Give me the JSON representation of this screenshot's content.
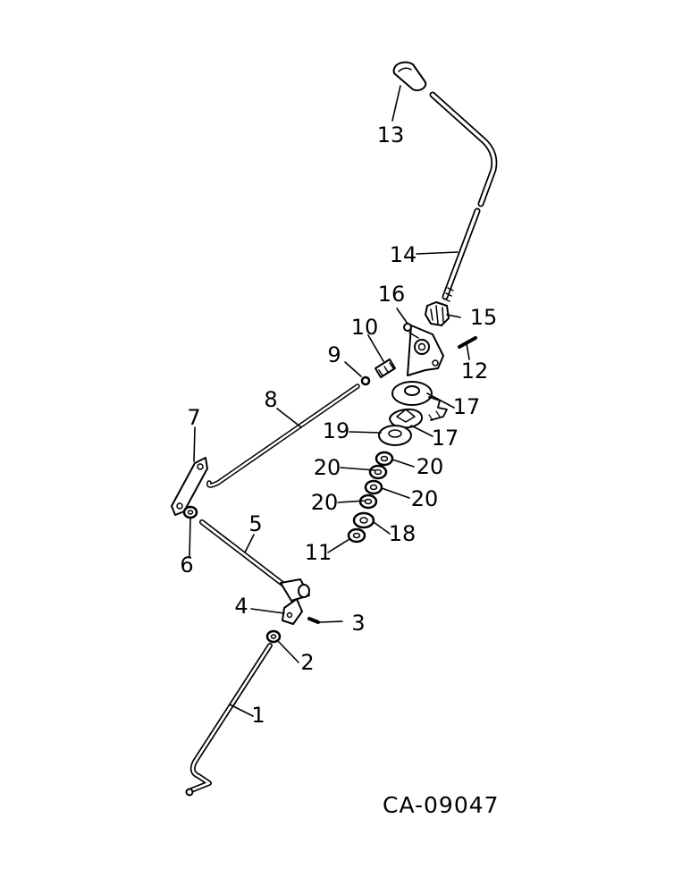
{
  "drawing_id": "CA-09047",
  "callouts": [
    {
      "key": "p1",
      "label": "1"
    },
    {
      "key": "p2",
      "label": "2"
    },
    {
      "key": "p3",
      "label": "3"
    },
    {
      "key": "p4",
      "label": "4"
    },
    {
      "key": "p5",
      "label": "5"
    },
    {
      "key": "p6",
      "label": "6"
    },
    {
      "key": "p7",
      "label": "7"
    },
    {
      "key": "p8",
      "label": "8"
    },
    {
      "key": "p9",
      "label": "9"
    },
    {
      "key": "p10",
      "label": "10"
    },
    {
      "key": "p11",
      "label": "11"
    },
    {
      "key": "p12",
      "label": "12"
    },
    {
      "key": "p13",
      "label": "13"
    },
    {
      "key": "p14",
      "label": "14"
    },
    {
      "key": "p15",
      "label": "15"
    },
    {
      "key": "p16",
      "label": "16"
    },
    {
      "key": "p17a",
      "label": "17"
    },
    {
      "key": "p17b",
      "label": "17"
    },
    {
      "key": "p18",
      "label": "18"
    },
    {
      "key": "p19",
      "label": "19"
    },
    {
      "key": "p20a",
      "label": "20"
    },
    {
      "key": "p20b",
      "label": "20"
    },
    {
      "key": "p20c",
      "label": "20"
    },
    {
      "key": "p20d",
      "label": "20"
    }
  ]
}
